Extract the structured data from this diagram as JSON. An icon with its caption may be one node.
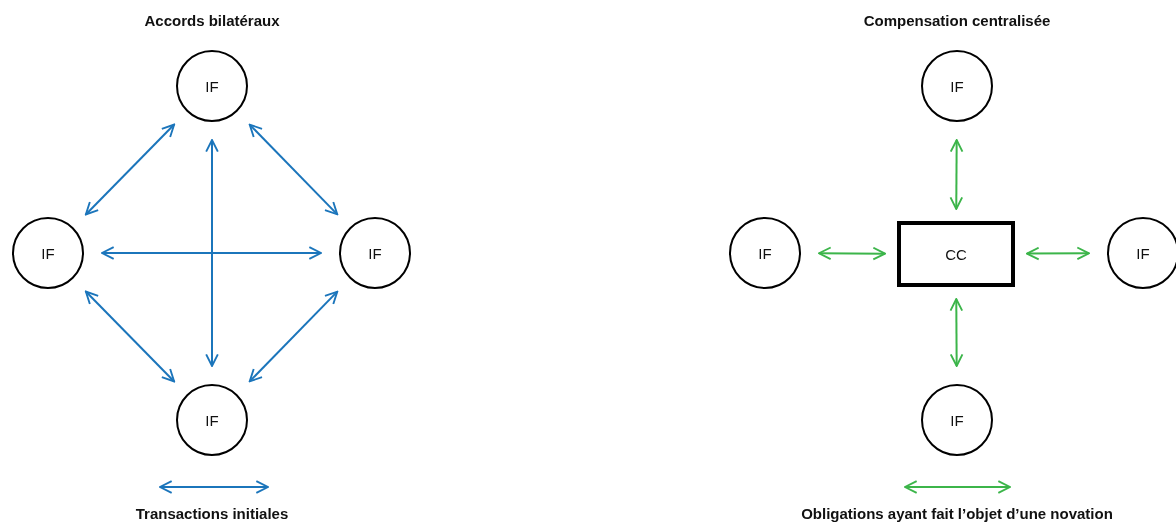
{
  "diagram": {
    "nodes": [
      {
        "text": [
          "IF"
        ]
      },
      {
        "text": [
          "IF"
        ]
      },
      {
        "text": [
          "IF"
        ]
      },
      {
        "text": [
          "IF"
        ]
      },
      {
        "text": [
          "IF"
        ]
      },
      {
        "text": [
          "IF"
        ]
      },
      {
        "text": [
          "CC"
        ]
      },
      {
        "text": [
          "IF"
        ]
      },
      {
        "text": [
          "IF"
        ]
      }
    ],
    "edges": [
      {
        "from": 1,
        "to": 0,
        "arrow": "both"
      },
      {
        "from": 0,
        "to": 2,
        "arrow": "both"
      },
      {
        "from": 0,
        "to": 3,
        "arrow": "both"
      },
      {
        "from": 1,
        "to": 2,
        "arrow": "both"
      },
      {
        "from": 1,
        "to": 3,
        "arrow": "both"
      },
      {
        "from": 2,
        "to": 3,
        "arrow": "both"
      },
      {
        "from": 4,
        "to": 6,
        "arrow": "both",
        "color": "#3cb54a"
      },
      {
        "from": 5,
        "to": 6,
        "arrow": "both",
        "color": "#3cb54a"
      },
      {
        "from": 6,
        "to": 7,
        "arrow": "both",
        "color": "#3cb54a"
      },
      {
        "from": 6,
        "to": 8,
        "arrow": "both",
        "color": "#3cb54a"
      }
    ],
    "labels": [
      "Accords bilatéraux",
      "Compensation centralisée"
    ],
    "legend": [
      {
        "text": "Transactions initiales"
      },
      {
        "text": "Obligations ayant fait l’objet d’une novation"
      }
    ]
  }
}
